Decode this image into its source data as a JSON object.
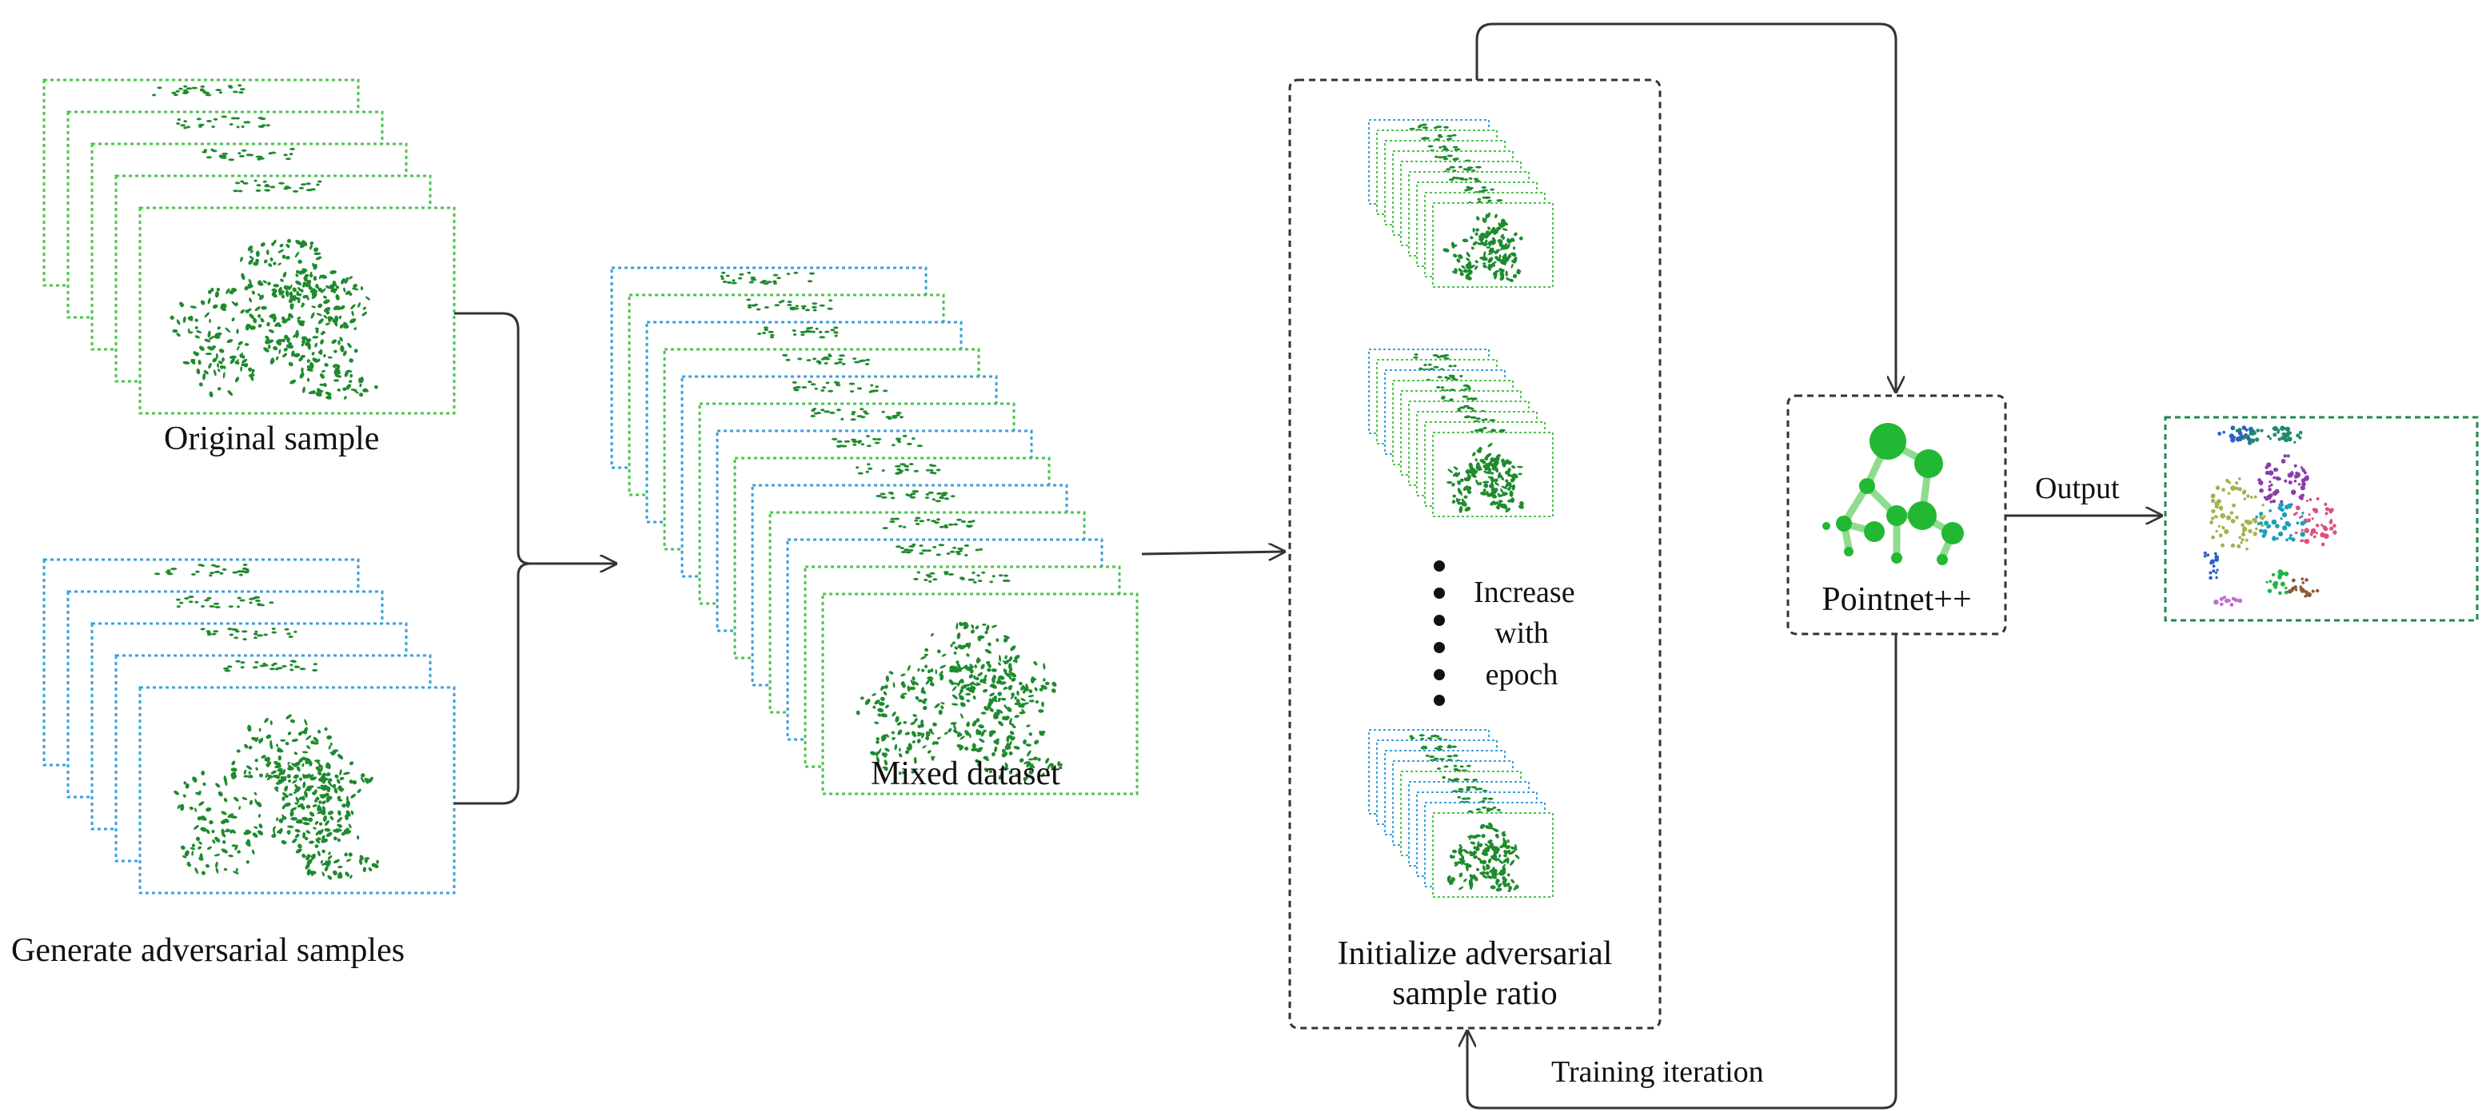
{
  "labels": {
    "original_sample": "Original sample",
    "adversarial_samples": "Generate adversarial samples",
    "mixed_dataset": "Mixed dataset",
    "increase_line1": "Increase",
    "increase_line2": "with",
    "increase_line3": "epoch",
    "init_line1": "Initialize adversarial",
    "init_line2": "sample ratio",
    "model": "Pointnet++",
    "output": "Output",
    "training_iteration": "Training iteration"
  },
  "colors": {
    "original_frame": "#4cc44c",
    "adversarial_frame": "#3aa0dc",
    "points": "#1f8a2e",
    "network_node": "#22b833",
    "network_edge": "#8fdc8f",
    "box_border": "#333333",
    "output_border": "#1e8a4c",
    "segment_colors": [
      "#1e8a6e",
      "#8a3ea8",
      "#a7b050",
      "#1aa0b8",
      "#e0507a",
      "#2f5fc8",
      "#8a5a3a",
      "#22b34a",
      "#c070d0"
    ]
  },
  "icons": {
    "model": "network-graph-icon"
  }
}
